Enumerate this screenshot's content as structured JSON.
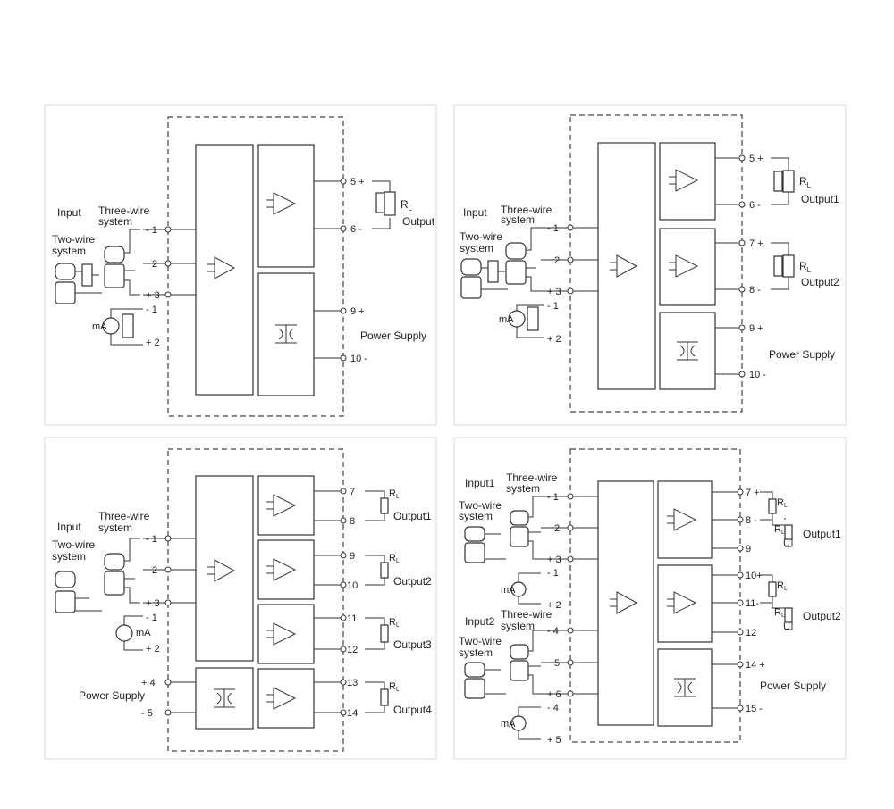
{
  "panels": [
    {
      "input_label": "Input",
      "three_wire_label": [
        "Three-wire",
        "system"
      ],
      "two_wire_label": [
        "Two-wire",
        "system"
      ],
      "ma_label": "mA",
      "in_terms": [
        "- 1",
        "2",
        "+ 3",
        "- 1",
        "+ 2"
      ],
      "out_terms": [
        "5 +",
        "6 -",
        "9 +",
        "10 -"
      ],
      "rl": "R",
      "rl_sub": "L",
      "outputs": [
        "Output"
      ],
      "power": "Power Supply"
    },
    {
      "input_label": "Input",
      "three_wire_label": [
        "Three-wire",
        "system"
      ],
      "two_wire_label": [
        "Two-wire",
        "system"
      ],
      "ma_label": "mA",
      "in_terms": [
        "- 1",
        "2",
        "+ 3",
        "- 1",
        "+ 2"
      ],
      "out_terms": [
        "5 +",
        "6 -",
        "7 +",
        "8 -",
        "9 +",
        "10 -"
      ],
      "rl": "R",
      "rl_sub": "L",
      "outputs": [
        "Output1",
        "Output2"
      ],
      "power": "Power Supply"
    },
    {
      "input_label": "Input",
      "three_wire_label": [
        "Three-wire",
        "system"
      ],
      "two_wire_label": [
        "Two-wire",
        "system"
      ],
      "ma_label": "mA",
      "in_terms": [
        "- 1",
        "2",
        "+ 3",
        "- 1",
        "+ 2"
      ],
      "out_terms": [
        "7",
        "8",
        "9",
        "10",
        "11",
        "12",
        "13",
        "14"
      ],
      "rl": "R",
      "rl_sub": "L",
      "outputs": [
        "Output1",
        "Output2",
        "Output3",
        "Output4"
      ],
      "power": "Power Supply",
      "power_terms": [
        "+ 4",
        "- 5"
      ]
    },
    {
      "input1_label": "Input1",
      "input2_label": "Input2",
      "three_wire_label": [
        "Three-wire",
        "system"
      ],
      "two_wire_label": [
        "Two-wire",
        "system"
      ],
      "ma_label": "mA",
      "in_terms": [
        "- 1",
        "2",
        "+ 3",
        "- 1",
        "+ 2",
        "- 4",
        "5",
        "+ 6",
        "- 4",
        "+ 5"
      ],
      "out_terms": [
        "7 +",
        "8 -",
        "9",
        "10+",
        "11-",
        "12",
        "14 +",
        "15 -"
      ],
      "rl": "R",
      "rl_sub": "L",
      "u": "U",
      "outputs": [
        "Output1",
        "Output2"
      ],
      "power": "Power Supply"
    }
  ]
}
